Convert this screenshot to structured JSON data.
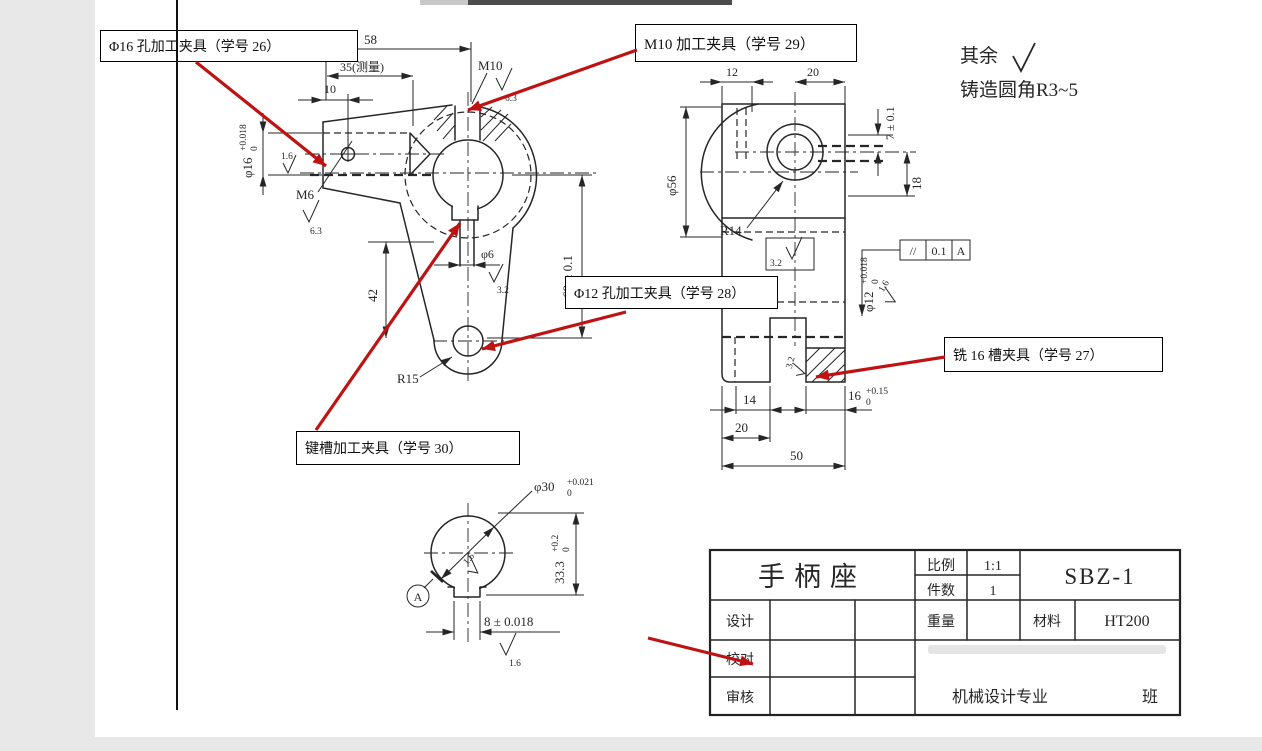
{
  "colors": {
    "arrow_red": "#bf1212",
    "ink": "#262626",
    "paper": "#ffffff",
    "background": "#e8e8e8"
  },
  "general_notes": {
    "rest_label": "其余",
    "cast_note": "铸造圆角R3~5"
  },
  "callouts": [
    {
      "label": "Φ16 孔加工夹具（学号 26）"
    },
    {
      "label": "M10 加工夹具（学号 29）"
    },
    {
      "label": "Φ12 孔加工夹具（学号 28）"
    },
    {
      "label": "铣 16 槽夹具（学号 27）"
    },
    {
      "label": "键槽加工夹具（学号 30）"
    }
  ],
  "front_view": {
    "d58": "58",
    "d35": "35(测量)",
    "d10": "10",
    "m10": "M10",
    "m10_finish": "6.3",
    "phi16": {
      "main": "φ16",
      "sup": "+0.018",
      "sub": "0"
    },
    "f16_left": "1.6",
    "m6": "M6",
    "m6_finish": "6.3",
    "d68": "68 ± 0.1",
    "phi6": "φ6",
    "phi6_finish": "3.2",
    "d42": "42",
    "r15": "R15"
  },
  "side_view": {
    "d12": "12",
    "d20_top": "20",
    "d7": "7 ± 0.1",
    "d18": "18",
    "phi56": "φ56",
    "r14": "R14",
    "finish_boxed": "3.2",
    "finish_slot": "3.2",
    "phi12": {
      "main": "φ12",
      "sup": "+0.018",
      "sub": "0"
    },
    "f16_right": "1.6",
    "gdt": {
      "symbol": "//",
      "value": "0.1",
      "datum": "A"
    },
    "d14": "14",
    "d20_bottom": "20",
    "d50": "50",
    "d16": {
      "main": "16",
      "sup": "+0.15",
      "sub": "0"
    }
  },
  "detail_view": {
    "phi30": {
      "main": "φ30",
      "sup": "+0.021",
      "sub": "0"
    },
    "d333": {
      "main": "33.3",
      "sup": "+0.2",
      "sub": "0"
    },
    "d8": "8 ± 0.018",
    "f16_bottom": "1.6",
    "f16_inner": "1.6",
    "datum": "A"
  },
  "title_block": {
    "part_name": "手柄座",
    "scale_label": "比例",
    "scale_value": "1:1",
    "qty_label": "件数",
    "qty_value": "1",
    "code": "SBZ-1",
    "design_label": "设计",
    "weight_label": "重量",
    "material_label": "材料",
    "material_value": "HT200",
    "check_label": "校对",
    "audit_label": "审核",
    "dept": "机械设计专业",
    "class_label": "班"
  }
}
